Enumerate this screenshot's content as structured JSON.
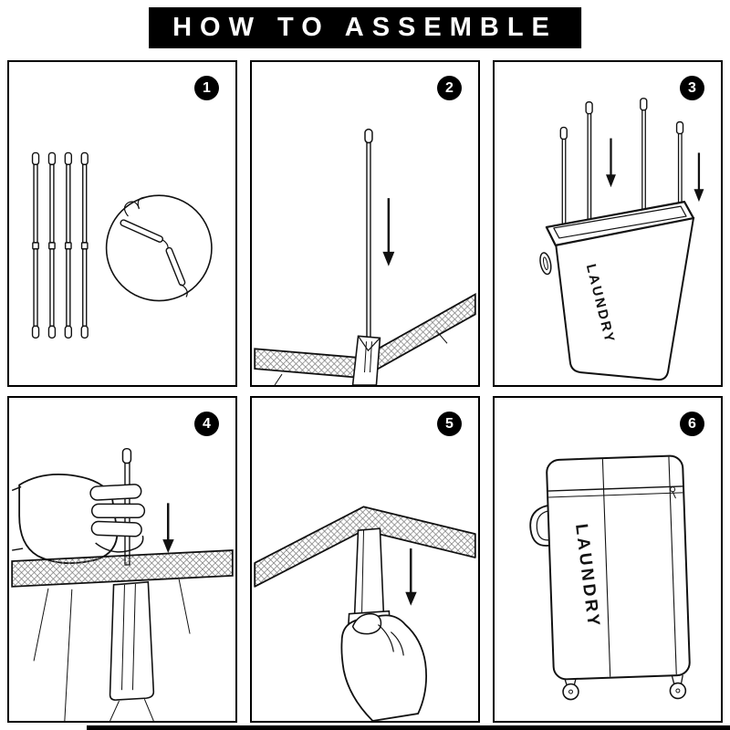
{
  "header": {
    "title": "HOW TO ASSEMBLE"
  },
  "steps": [
    {
      "number": "1"
    },
    {
      "number": "2"
    },
    {
      "number": "3",
      "basket_label": "LAUNDRY"
    },
    {
      "number": "4"
    },
    {
      "number": "5"
    },
    {
      "number": "6",
      "basket_label": "LAUNDRY"
    }
  ]
}
